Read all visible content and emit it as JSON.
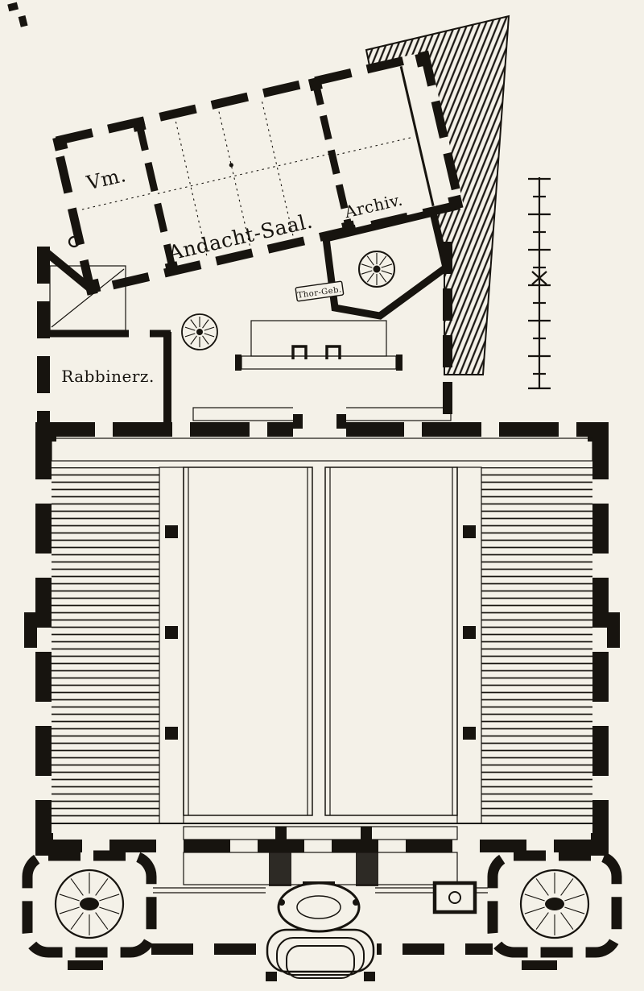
{
  "figure": {
    "kind": "engraved architectural floor plan",
    "colors": {
      "paper": "#f4f1e8",
      "ink": "#17140f"
    }
  },
  "labels": {
    "vm": "Vm.",
    "andacht_saal": "Andacht-Saal.",
    "archiv": "Archiv.",
    "rabbinerz": "Rabbinerz.",
    "thor_geb": "Thor-Geb."
  }
}
